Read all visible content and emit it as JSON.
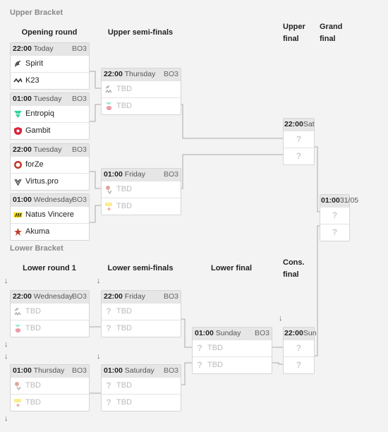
{
  "upper_bracket_title": "Upper Bracket",
  "lower_bracket_title": "Lower Bracket",
  "rounds": {
    "opening": "Opening round",
    "upper_semis": "Upper semi-finals",
    "upper_final_1": "Upper",
    "upper_final_2": "final",
    "grand_final_1": "Grand",
    "grand_final_2": "final",
    "lower_round1": "Lower round 1",
    "lower_semis": "Lower semi-finals",
    "lower_final": "Lower final",
    "cons_final_1": "Cons.",
    "cons_final_2": "final"
  },
  "matches": {
    "m1": {
      "time": "22:00",
      "day": "Today",
      "bo": "BO3",
      "t1": "Spirit",
      "t2": "K23"
    },
    "m2": {
      "time": "01:00",
      "day": "Tuesday",
      "bo": "BO3",
      "t1": "Entropiq",
      "t2": "Gambit"
    },
    "m3": {
      "time": "22:00",
      "day": "Tuesday",
      "bo": "BO3",
      "t1": "forZe",
      "t2": "Virtus.pro"
    },
    "m4": {
      "time": "01:00",
      "day": "Wednesday",
      "bo": "BO3",
      "t1": "Natus Vincere",
      "t2": "Akuma"
    },
    "us1": {
      "time": "22:00",
      "day": "Thursday",
      "bo": "BO3",
      "t1": "TBD",
      "t2": "TBD"
    },
    "us2": {
      "time": "01:00",
      "day": "Friday",
      "bo": "BO3",
      "t1": "TBD",
      "t2": "TBD"
    },
    "uf": {
      "time": "22:00",
      "day": "Sat",
      "t1": "?",
      "t2": "?"
    },
    "gf": {
      "time": "01:00",
      "day": "31/05",
      "t1": "?",
      "t2": "?"
    },
    "lr1a": {
      "time": "22:00",
      "day": "Wednesday",
      "bo": "BO3",
      "t1": "TBD",
      "t2": "TBD"
    },
    "lr1b": {
      "time": "01:00",
      "day": "Thursday",
      "bo": "BO3",
      "t1": "TBD",
      "t2": "TBD"
    },
    "ls1": {
      "time": "22:00",
      "day": "Friday",
      "bo": "BO3",
      "t1": "TBD",
      "t2": "TBD"
    },
    "ls2": {
      "time": "01:00",
      "day": "Saturday",
      "bo": "BO3",
      "t1": "TBD",
      "t2": "TBD"
    },
    "lf": {
      "time": "01:00",
      "day": "Sunday",
      "bo": "BO3",
      "t1": "TBD",
      "t2": "TBD"
    },
    "cf": {
      "time": "22:00",
      "day": "Sun",
      "t1": "?",
      "t2": "?"
    }
  },
  "arrow": "↓",
  "icons": [
    "spirit-logo-icon",
    "k23-logo-icon",
    "entropiq-logo-icon",
    "gambit-logo-icon",
    "forze-logo-icon",
    "virtus-pro-logo-icon",
    "navi-logo-icon",
    "akuma-logo-icon",
    "down-arrow-icon"
  ]
}
